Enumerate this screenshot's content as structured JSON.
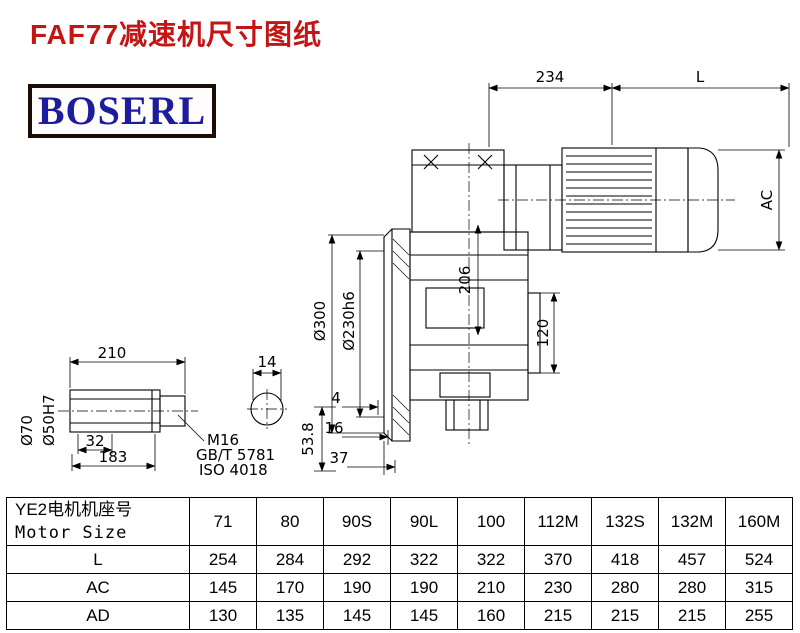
{
  "page": {
    "title": "FAF77减速机尺寸图纸",
    "logo_text": "BOSERL"
  },
  "drawing": {
    "labels": {
      "dim_234": "234",
      "dim_L": "L",
      "dim_AC": "AC",
      "dim_206": "206",
      "dim_d300": "Ø300",
      "dim_d230h6": "Ø230h6",
      "dim_120": "120",
      "dim_210": "210",
      "dim_14": "14",
      "dim_d70": "Ø70",
      "dim_d50H7": "Ø50H7",
      "dim_32": "32",
      "dim_183": "183",
      "thread_m16": "M16",
      "thread_gb": "GB/T 5781",
      "thread_iso": "ISO 4018",
      "dim_4": "4",
      "dim_16": "16",
      "dim_37": "37",
      "dim_53_8": "53.8"
    }
  },
  "table": {
    "row_header_line1": "YE2电机机座号",
    "row_header_line2": "Motor Size",
    "motor_sizes": [
      "71",
      "80",
      "90S",
      "90L",
      "100",
      "112M",
      "132S",
      "132M",
      "160M"
    ],
    "rows": [
      {
        "label": "L",
        "values": [
          "254",
          "284",
          "292",
          "322",
          "322",
          "370",
          "418",
          "457",
          "524"
        ]
      },
      {
        "label": "AC",
        "values": [
          "145",
          "170",
          "190",
          "190",
          "210",
          "230",
          "280",
          "280",
          "315"
        ]
      },
      {
        "label": "AD",
        "values": [
          "130",
          "135",
          "145",
          "145",
          "160",
          "215",
          "215",
          "215",
          "255"
        ]
      }
    ]
  }
}
